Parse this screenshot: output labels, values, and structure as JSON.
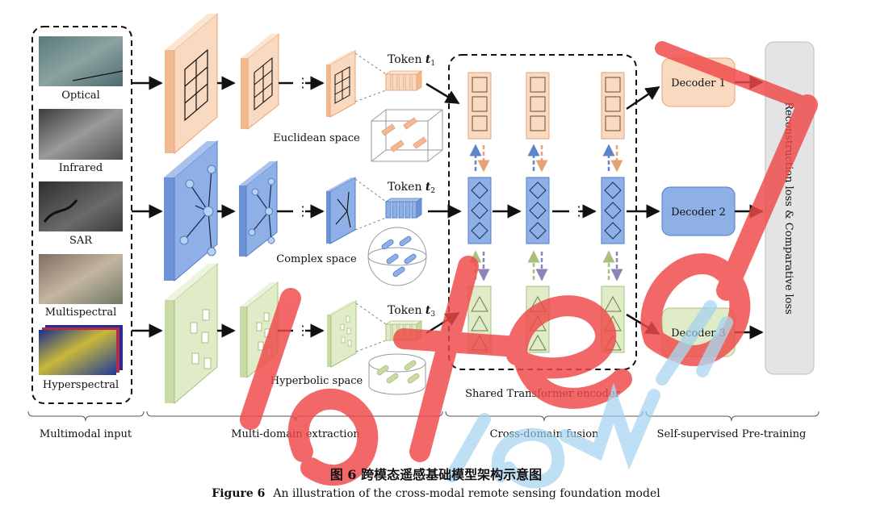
{
  "inputs": {
    "optical": "Optical",
    "infrared": "Infrared",
    "sar": "SAR",
    "multispectral": "Multispectral",
    "hyperspectral": "Hyperspectral"
  },
  "tokens": {
    "word": "Token",
    "t1": "t",
    "t1_sub": "1",
    "t2": "t",
    "t2_sub": "2",
    "t3": "t",
    "t3_sub": "3"
  },
  "spaces": {
    "euclidean": "Euclidean space",
    "complex": "Complex space",
    "hyperbolic": "Hyperbolic space"
  },
  "encoder_label": "Shared Transformer encoder",
  "decoders": {
    "d1": "Decoder 1",
    "d2": "Decoder 2",
    "d3": "Decoder 3"
  },
  "loss_label": "Reconstruction loss & Comparative loss",
  "stages": {
    "s1": "Multimodal input",
    "s2": "Multi-domain extraction",
    "s3": "Cross-domain fusion",
    "s4": "Self-supervised Pre-training"
  },
  "caption": {
    "cn": "图 6   跨模态遥感基础模型架构示意图",
    "en_label": "Figure 6",
    "en_text": "An illustration of the cross-modal remote sensing foundation model"
  },
  "colors": {
    "orange_fill": "#f9d9bf",
    "orange_stroke": "#e6a276",
    "blue_fill": "#8fb0e6",
    "blue_stroke": "#4f7ec8",
    "green_fill": "#e0ecc8",
    "green_stroke": "#a7c07e",
    "grey_box": "#e4e4e4",
    "watermark_red": "#f04848",
    "watermark_blue": "#9fd0f2"
  }
}
